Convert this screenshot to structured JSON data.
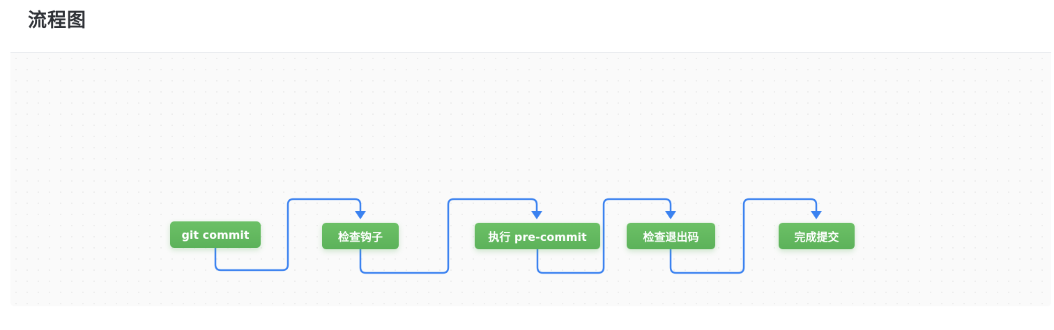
{
  "header": {
    "title": "流程图"
  },
  "diagram": {
    "nodes": [
      {
        "id": "git-commit",
        "label": "git commit"
      },
      {
        "id": "check-hook",
        "label": "检查钩子"
      },
      {
        "id": "run-pre-commit",
        "label": "执行 pre-commit"
      },
      {
        "id": "check-exit-code",
        "label": "检查退出码"
      },
      {
        "id": "complete-commit",
        "label": "完成提交"
      }
    ],
    "edges": [
      {
        "from": "git-commit",
        "to": "check-hook"
      },
      {
        "from": "check-hook",
        "to": "run-pre-commit"
      },
      {
        "from": "run-pre-commit",
        "to": "check-exit-code"
      },
      {
        "from": "check-exit-code",
        "to": "complete-commit"
      }
    ],
    "colors": {
      "node_fill": "#5cb25a",
      "node_text": "#ffffff",
      "connector": "#3b82f0"
    }
  }
}
